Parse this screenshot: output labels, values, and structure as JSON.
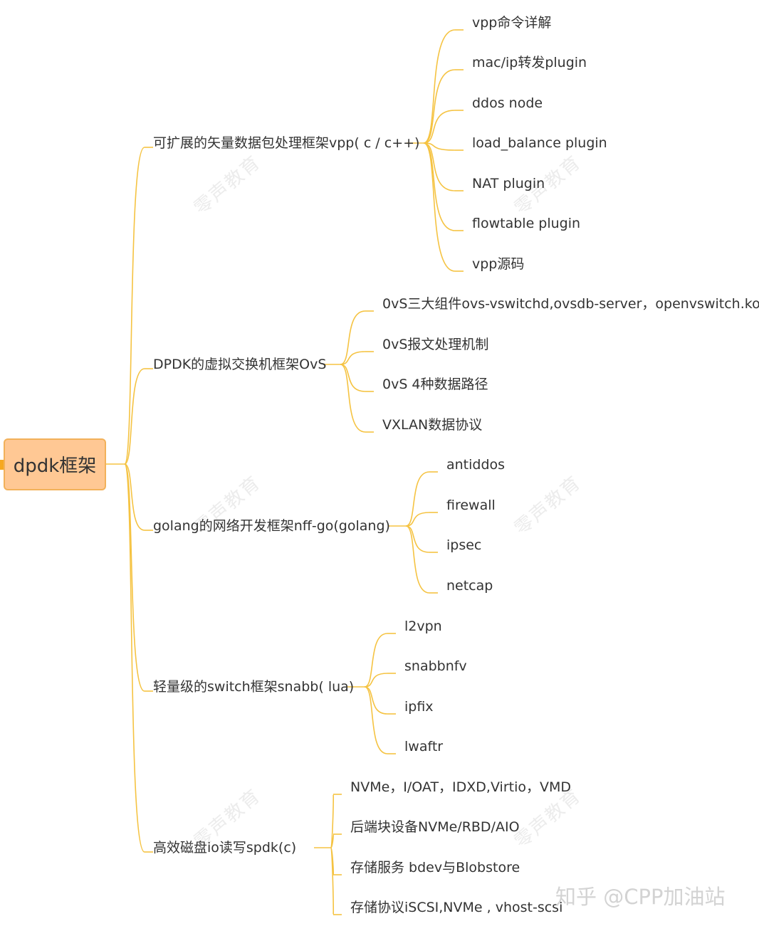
{
  "root": {
    "label": "dpdk框架"
  },
  "branches": [
    {
      "label": "可扩展的矢量数据包处理框架vpp( c / c++)",
      "children": [
        "vpp命令详解",
        "mac/ip转发plugin",
        "ddos node",
        "load_balance plugin",
        "NAT plugin",
        "flowtable plugin",
        "vpp源码"
      ]
    },
    {
      "label": "DPDK的虚拟交换机框架OvS",
      "children": [
        "0vS三大组件ovs-vswitchd,ovsdb-server，openvswitch.ko",
        "0vS报文处理机制",
        "0vS 4种数据路径",
        "VXLAN数据协议"
      ]
    },
    {
      "label": "golang的网络开发框架nff-go(golang)",
      "children": [
        "antiddos",
        "firewall",
        "ipsec",
        "netcap"
      ]
    },
    {
      "label": "轻量级的switch框架snabb( lua)",
      "children": [
        "l2vpn",
        "snabbnfv",
        "ipfix",
        "lwaftr"
      ]
    },
    {
      "label": "高效磁盘io读写spdk(c)",
      "children": [
        "NVMe，I/OAT，IDXD,Virtio，VMD",
        "后端块设备NVMe/RBD/AIO",
        "存储服务 bdev与Blobstore",
        "存储协议iSCSI,NVMe , vhost-scsi"
      ]
    }
  ],
  "watermark": "零声教育",
  "footer": "知乎 @CPP加油站",
  "colors": {
    "connector": "#f5c342",
    "root_fill": "#ffc894",
    "root_border": "#f2b15a",
    "stub": "#f6a821"
  }
}
